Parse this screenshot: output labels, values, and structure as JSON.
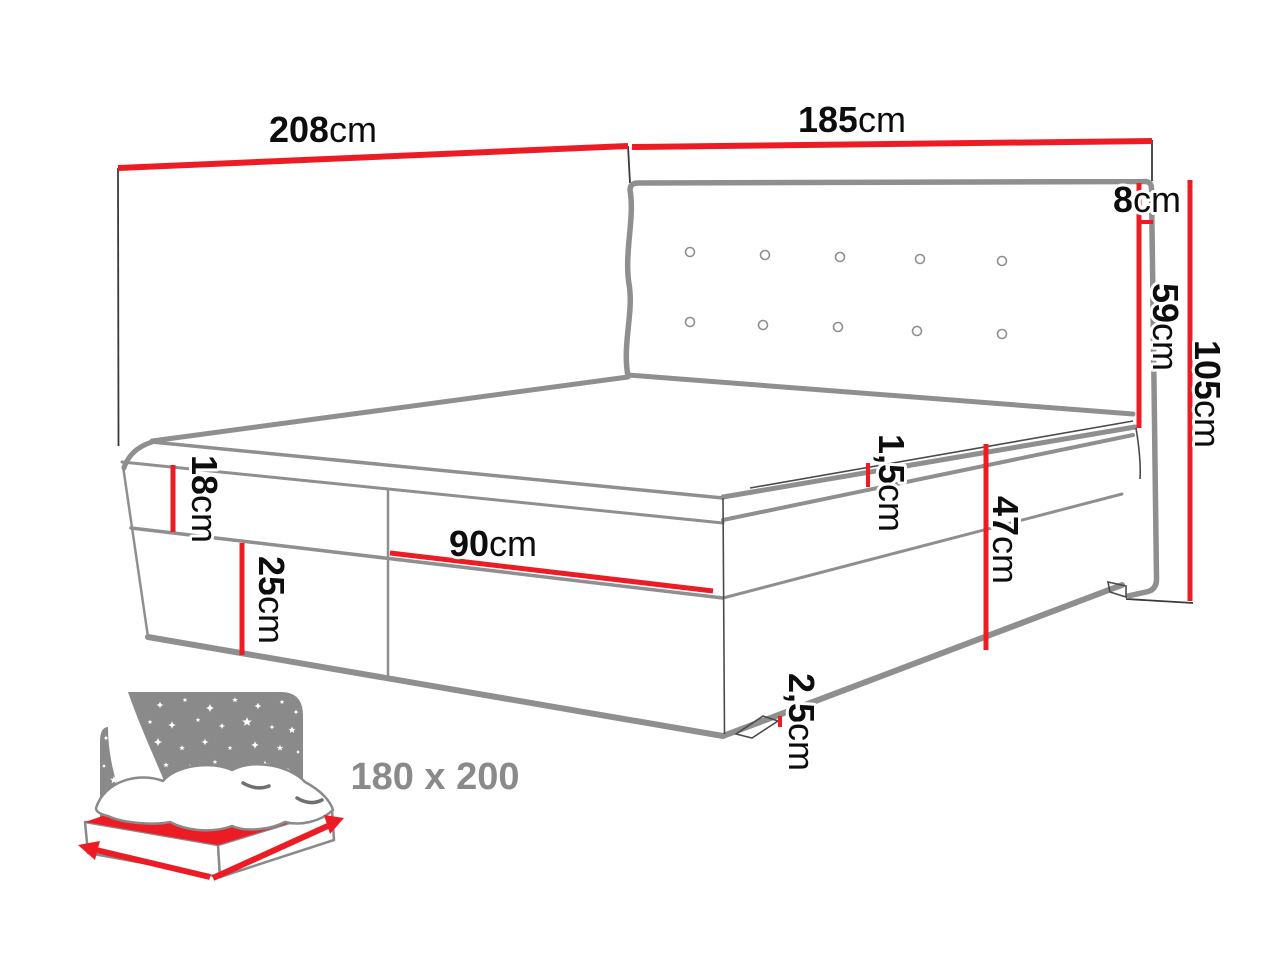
{
  "colors": {
    "dimension_red": "#ed1c24",
    "bed_outline_gray": "#8f8f8f",
    "thin_line_dark": "#3a3a3a",
    "label_black": "#0d0d0d",
    "icon_panel_gray": "#8a8a8a",
    "size_label_gray": "#8a8a8a",
    "background": "#ffffff"
  },
  "diagram": {
    "type": "boxspring-bed-dimension-drawing",
    "dimensions": {
      "length": {
        "value": "208",
        "unit": "cm"
      },
      "width": {
        "value": "185",
        "unit": "cm"
      },
      "headboard_offset": {
        "value": "8",
        "unit": "cm"
      },
      "headboard_height": {
        "value": "59",
        "unit": "cm"
      },
      "total_height": {
        "value": "105",
        "unit": "cm"
      },
      "mattress_height": {
        "value": "18",
        "unit": "cm"
      },
      "corpus_height": {
        "value": "25",
        "unit": "cm"
      },
      "panel_width": {
        "value": "90",
        "unit": "cm"
      },
      "topper_gap": {
        "value": "1,5",
        "unit": "cm"
      },
      "side_height": {
        "value": "47",
        "unit": "cm"
      },
      "leg_height": {
        "value": "2,5",
        "unit": "cm"
      }
    },
    "size_label": "180 x 200"
  }
}
